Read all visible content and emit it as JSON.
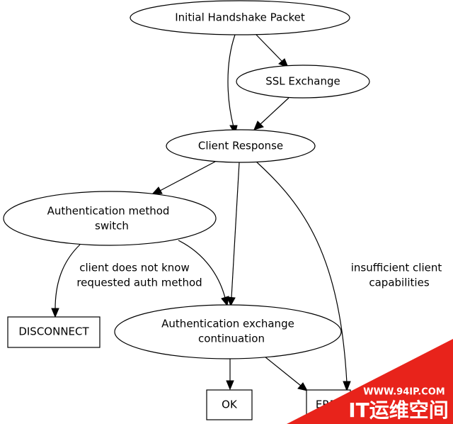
{
  "nodes": {
    "initial": "Initial Handshake Packet",
    "ssl": "SSL Exchange",
    "client_response": "Client Response",
    "auth_switch": [
      "Authentication method",
      "switch"
    ],
    "disconnect": "DISCONNECT",
    "auth_continuation": [
      "Authentication exchange",
      "continuation"
    ],
    "ok": "OK",
    "err": "ERR"
  },
  "edge_labels": {
    "not_know": [
      "client does not know",
      "requested auth method"
    ],
    "insufficient": [
      "insufficient client",
      "capabilities"
    ]
  },
  "watermark": {
    "url": "WWW.94IP.COM",
    "name": "IT运维空间",
    "color": "#e8231b"
  }
}
